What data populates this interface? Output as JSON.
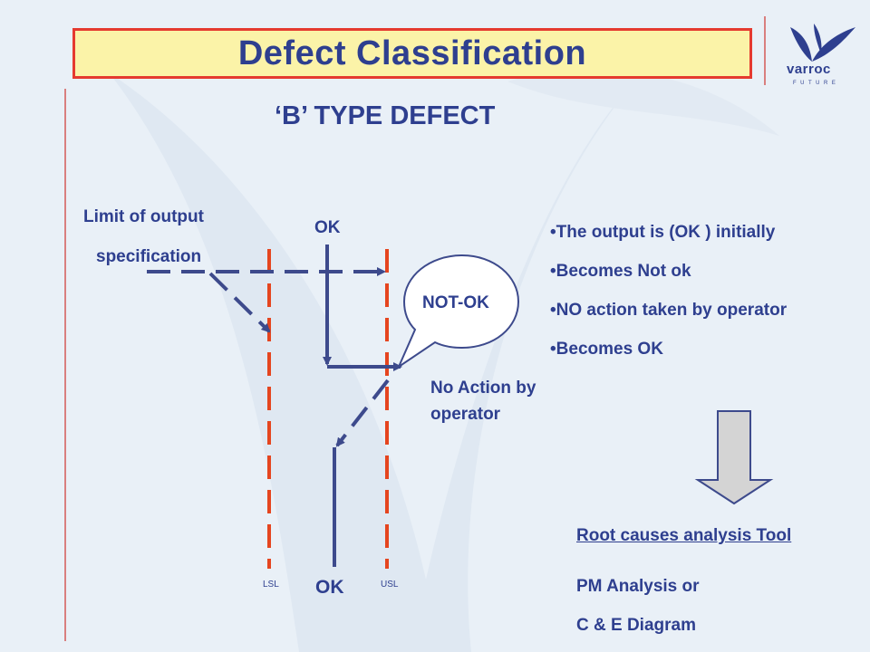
{
  "slide": {
    "title": "Defect Classification",
    "subtitle": "‘B’ TYPE DEFECT",
    "logo_word": "varroc",
    "logo_tag": "FUTURE"
  },
  "diagram": {
    "limit_label_line1": "Limit of output",
    "limit_label_line2": "specification",
    "ok_top": "OK",
    "not_ok": "NOT-OK",
    "no_action_line1": "No Action by",
    "no_action_line2": "operator",
    "ok_bottom": "OK",
    "lsl": "LSL",
    "usl": "USL"
  },
  "bullets": [
    "•The output is (OK ) initially",
    "•Becomes Not ok",
    "•NO action taken by operator",
    "•Becomes OK"
  ],
  "analysis": {
    "heading": "Root causes analysis Tool",
    "line1": "PM Analysis or",
    "line2": "C & E Diagram"
  },
  "colors": {
    "title_text": "#2e3f8f",
    "title_bg": "#fbf3a8",
    "title_border": "#e53a2f",
    "spec_lines": "#e5451f",
    "flow_lines": "#3d4a8c"
  }
}
